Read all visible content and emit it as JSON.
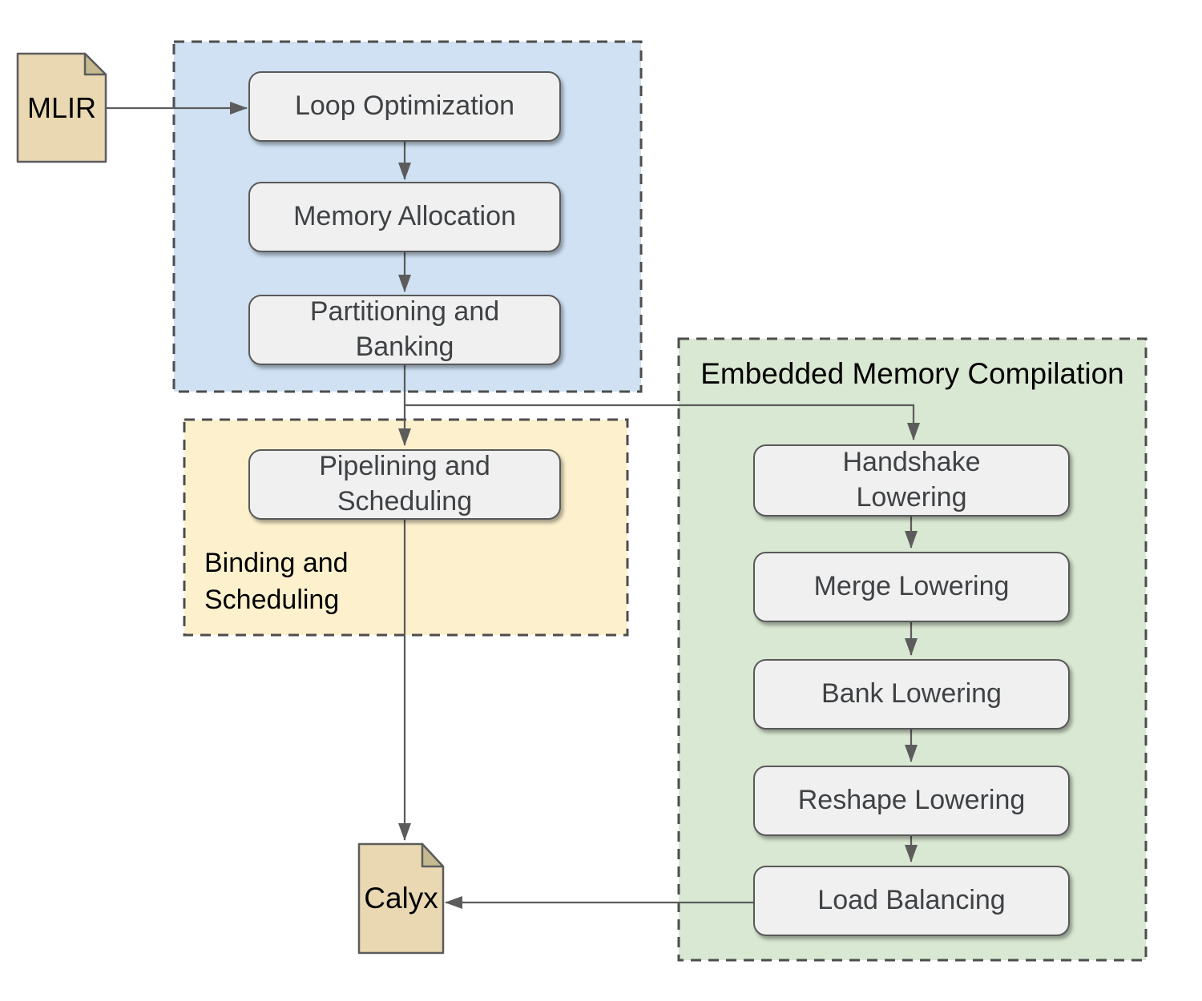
{
  "colors": {
    "canvas_bg": "#ffffff",
    "blue_container": "#cfe1f3",
    "yellow_container": "#fdf1cd",
    "green_container": "#d9e8d2",
    "container_border": "#4d4d4d",
    "node_fill": "#f0f0f0",
    "node_border": "#595959",
    "node_text": "#3f4245",
    "doc_fill": "#e9d8b2",
    "doc_fold": "#c6b88f",
    "doc_border": "#5c5c5c",
    "arrow": "#5c5c5c",
    "title_text": "#000000"
  },
  "docs": {
    "mlir": {
      "label": "MLIR"
    },
    "calyx": {
      "label": "Calyx"
    }
  },
  "containers": {
    "binding_scheduling": {
      "label": "Binding and\nScheduling"
    },
    "embedded_memory": {
      "label": "Embedded Memory Compilation"
    }
  },
  "nodes": {
    "loop_optimization": {
      "label": "Loop Optimization"
    },
    "memory_allocation": {
      "label": "Memory Allocation"
    },
    "partitioning_banking": {
      "label": "Partitioning and\nBanking"
    },
    "pipelining_scheduling": {
      "label": "Pipelining and\nScheduling"
    },
    "handshake_lowering": {
      "label": "Handshake\nLowering"
    },
    "merge_lowering": {
      "label": "Merge Lowering"
    },
    "bank_lowering": {
      "label": "Bank Lowering"
    },
    "reshape_lowering": {
      "label": "Reshape Lowering"
    },
    "load_balancing": {
      "label": "Load Balancing"
    }
  },
  "edges": [
    {
      "from": "MLIR",
      "to": "Loop Optimization"
    },
    {
      "from": "Loop Optimization",
      "to": "Memory Allocation"
    },
    {
      "from": "Memory Allocation",
      "to": "Partitioning and Banking"
    },
    {
      "from": "Partitioning and Banking",
      "to": "Pipelining and Scheduling"
    },
    {
      "from": "Partitioning and Banking",
      "to": "Handshake Lowering"
    },
    {
      "from": "Pipelining and Scheduling",
      "to": "Calyx"
    },
    {
      "from": "Handshake Lowering",
      "to": "Merge Lowering"
    },
    {
      "from": "Merge Lowering",
      "to": "Bank Lowering"
    },
    {
      "from": "Bank Lowering",
      "to": "Reshape Lowering"
    },
    {
      "from": "Reshape Lowering",
      "to": "Load Balancing"
    },
    {
      "from": "Load Balancing",
      "to": "Calyx"
    }
  ]
}
